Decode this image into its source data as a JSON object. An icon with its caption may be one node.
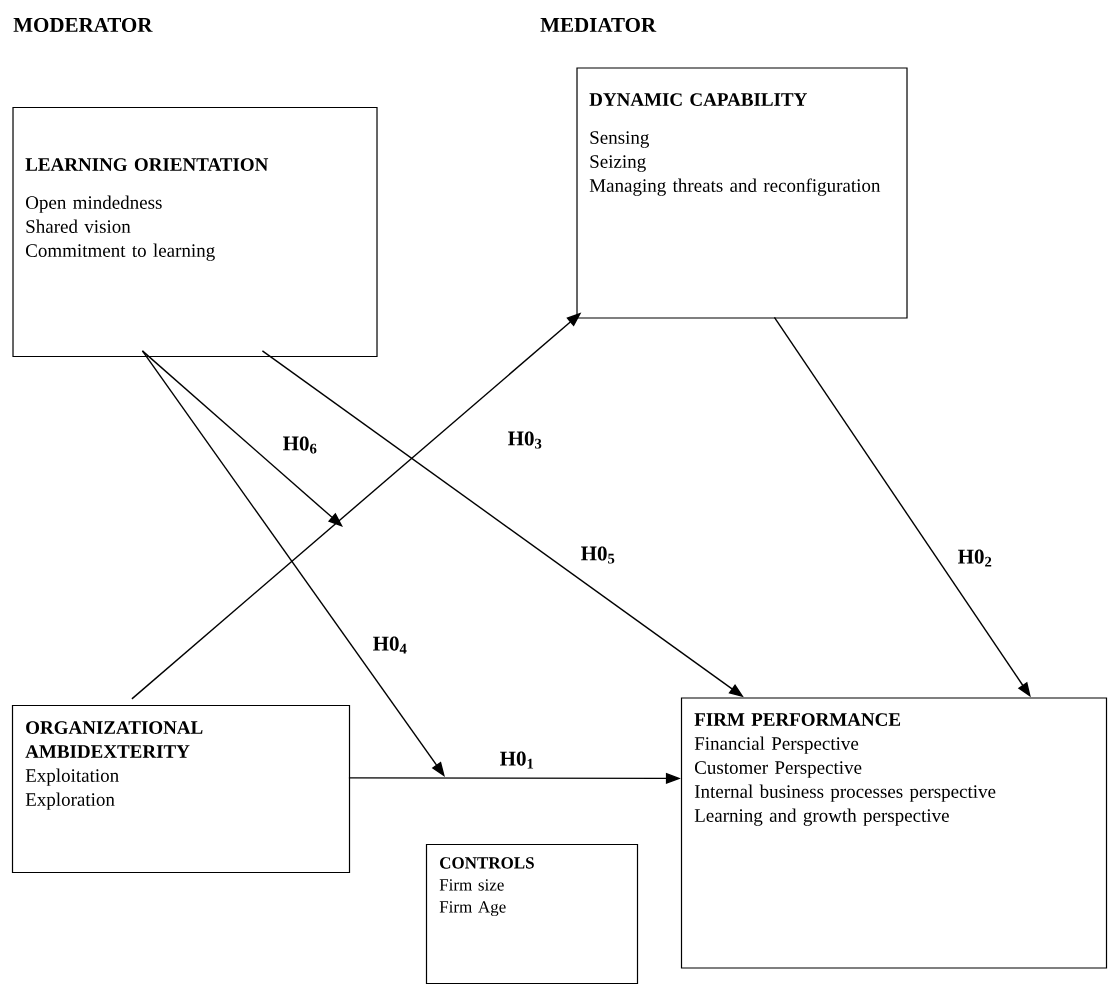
{
  "diagram": {
    "nodes": [
      {
        "text": [
          "LEARNING ORIENTATION",
          "Open mindedness",
          "Shared vision",
          "Commitment to learning"
        ]
      },
      {
        "text": [
          "DYNAMIC CAPABILITY",
          "Sensing",
          "Seizing",
          "Managing threats and reconfiguration"
        ]
      },
      {
        "text": [
          "ORGANIZATIONAL AMBIDEXTERITY",
          "Exploitation",
          "Exploration"
        ]
      },
      {
        "text": [
          "FIRM PERFORMANCE",
          "Financial Perspective",
          "Customer Perspective",
          "Internal business processes perspective",
          "Learning and growth perspective"
        ]
      },
      {
        "text": [
          "CONTROLS",
          "Firm size",
          "Firm Age"
        ]
      }
    ],
    "edges": [
      {
        "from": 2,
        "to": 3,
        "arrow": "to",
        "label": "H0$_{1}$"
      },
      {
        "from": 1,
        "to": 3,
        "arrow": "to",
        "label": "H0$_{2}$"
      },
      {
        "from": 2,
        "to": 1,
        "arrow": "to",
        "label": "H0$_{3}$"
      },
      {
        "from": 0,
        "to": null,
        "arrow": "to",
        "label": "H0$_{4}$"
      },
      {
        "from": 0,
        "to": 3,
        "arrow": "to",
        "label": "H0$_{5}$"
      },
      {
        "from": 0,
        "to": null,
        "arrow": "to",
        "label": "H0$_{6}$"
      }
    ],
    "labels": [
      "MODERATOR",
      "MEDIATOR"
    ]
  }
}
